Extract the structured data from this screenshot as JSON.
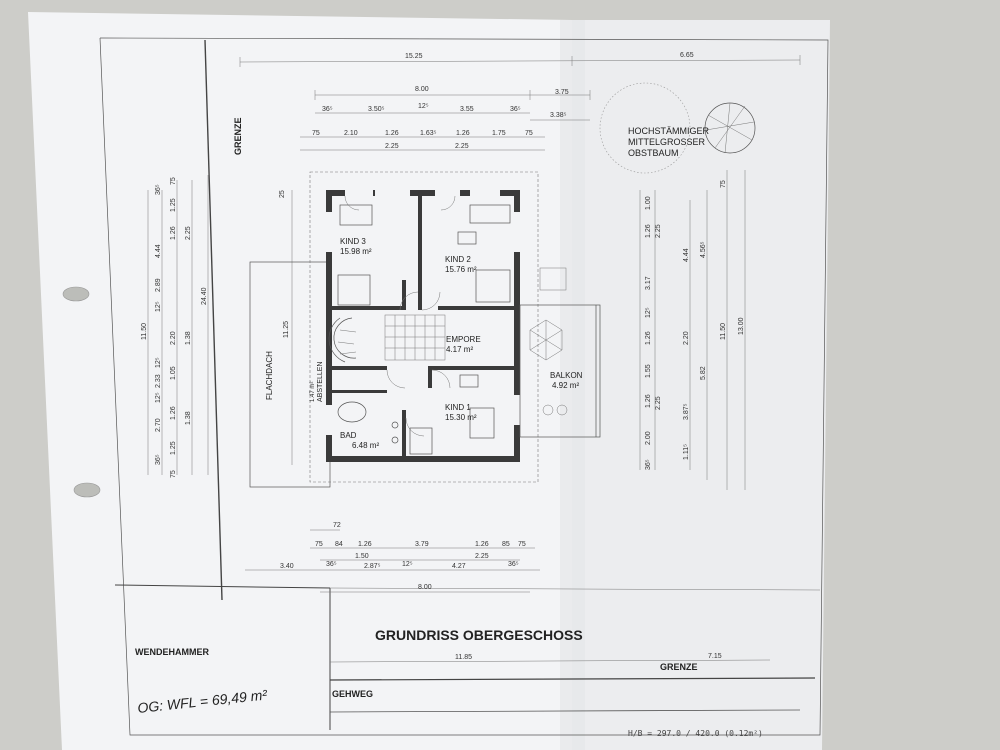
{
  "plan": {
    "title": "GRUNDRISS OBERGESCHOSS",
    "boundary_labels": [
      "GRENZE",
      "GRENZE"
    ],
    "street_labels": {
      "turnaround": "WENDEHAMMER",
      "sidewalk": "GEHWEG"
    },
    "tree_note": [
      "HOCHSTÄMMIGER",
      "MITTELGROSSER",
      "OBSTBAUM"
    ],
    "handwritten_note": "OG: WFL = 69,49 m²",
    "sheet_format": "H/B = 297.0 / 420.0 (0.12m²)",
    "rooms": [
      {
        "name": "KIND 3",
        "area": "15.98 m²"
      },
      {
        "name": "KIND 2",
        "area": "15.76 m²"
      },
      {
        "name": "EMPORE",
        "area": "4.17 m²"
      },
      {
        "name": "KIND 1",
        "area": "15.30 m²"
      },
      {
        "name": "BAD",
        "area": "6.48 m²"
      },
      {
        "name": "BALKON",
        "area": "4.92 m²"
      },
      {
        "name": "ABSTELLEN",
        "area": "1.47 m²"
      },
      {
        "name": "FLACHDACH",
        "area": ""
      }
    ],
    "top_dims": {
      "total": "15.25",
      "right": "6.65",
      "building": "8.00",
      "r1": [
        "36⁵",
        "3.50⁵",
        "12⁵",
        "3.55",
        "36⁵"
      ],
      "right_small": [
        "3.75",
        "3.38⁵"
      ],
      "r2": [
        "75",
        "2.10",
        "1.26",
        "1.63⁵",
        "1.26",
        "1.75",
        "75"
      ],
      "r3": [
        "2.25",
        "2.25"
      ]
    },
    "bottom_dims": {
      "r0": "72",
      "r1": [
        "75",
        "84",
        "1.26",
        "3.79",
        "1.26",
        "85",
        "75"
      ],
      "r2": [
        "1.50",
        "2.25"
      ],
      "r3": [
        "3.40",
        "36⁵",
        "2.87⁵",
        "12⁵",
        "4.27",
        "36⁵"
      ],
      "building": "8.00",
      "lot_left": "11.85",
      "lot_right": "7.15"
    },
    "left_dims": {
      "outer": "24.40",
      "building": "11.50",
      "inner_total": "11.25",
      "bay": "25",
      "c1": [
        "36⁵",
        "4.44",
        "12⁵",
        "2.89",
        "12⁵",
        "2.33",
        "12⁵",
        "2.70",
        "36⁵"
      ],
      "c2": [
        "75",
        "1.25",
        "1.26",
        "2.20",
        "1.05",
        "1.26",
        "1.25",
        "75"
      ],
      "c3": [
        "2.25",
        "1.38",
        "1.38"
      ]
    },
    "right_dims": {
      "outer": "13.00",
      "building": "11.50",
      "balcony": "4.56⁵",
      "balcony_2": "5.82",
      "c1": [
        "75",
        "1.00",
        "1.26",
        "3.17",
        "12⁵",
        "1.26",
        "1.55",
        "1.26",
        "2.00",
        "36⁵"
      ],
      "c2": [
        "2.25",
        "4.44",
        "2.20",
        "2.25",
        "3.87⁵",
        "1.11⁵"
      ]
    }
  }
}
